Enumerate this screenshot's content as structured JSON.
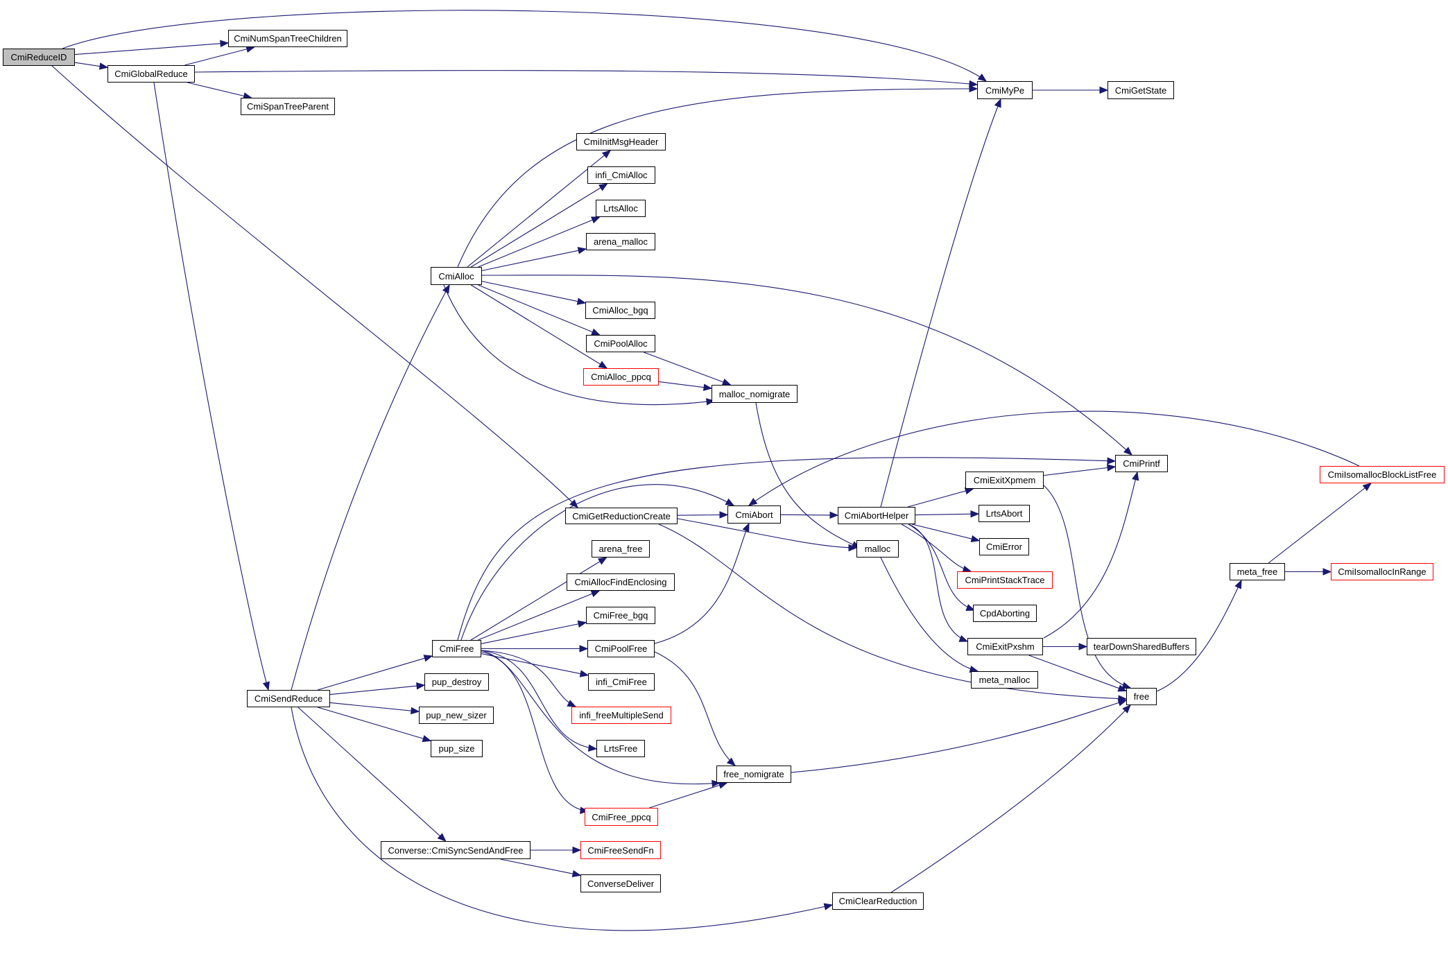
{
  "graph": {
    "title": "CmiReduceID call graph",
    "edge_color": "#191970",
    "root_fill": "#bfbfbf",
    "undocumented_border": "#ff0000",
    "nodes": [
      {
        "id": "CmiReduceID",
        "label": "CmiReduceID",
        "style": "root"
      },
      {
        "id": "CmiNumSpanTreeChildren",
        "label": "CmiNumSpanTreeChildren",
        "style": "normal"
      },
      {
        "id": "CmiGlobalReduce",
        "label": "CmiGlobalReduce",
        "style": "normal"
      },
      {
        "id": "CmiSpanTreeParent",
        "label": "CmiSpanTreeParent",
        "style": "normal"
      },
      {
        "id": "CmiMyPe",
        "label": "CmiMyPe",
        "style": "normal"
      },
      {
        "id": "CmiGetState",
        "label": "CmiGetState",
        "style": "normal"
      },
      {
        "id": "CmiInitMsgHeader",
        "label": "CmiInitMsgHeader",
        "style": "normal"
      },
      {
        "id": "infi_CmiAlloc",
        "label": "infi_CmiAlloc",
        "style": "normal"
      },
      {
        "id": "LrtsAlloc",
        "label": "LrtsAlloc",
        "style": "normal"
      },
      {
        "id": "arena_malloc",
        "label": "arena_malloc",
        "style": "normal"
      },
      {
        "id": "CmiAlloc",
        "label": "CmiAlloc",
        "style": "normal"
      },
      {
        "id": "CmiAlloc_bgq",
        "label": "CmiAlloc_bgq",
        "style": "normal"
      },
      {
        "id": "CmiPoolAlloc",
        "label": "CmiPoolAlloc",
        "style": "normal"
      },
      {
        "id": "CmiAlloc_ppcq",
        "label": "CmiAlloc_ppcq",
        "style": "red"
      },
      {
        "id": "malloc_nomigrate",
        "label": "malloc_nomigrate",
        "style": "normal"
      },
      {
        "id": "CmiPrintf",
        "label": "CmiPrintf",
        "style": "normal"
      },
      {
        "id": "CmiIsomallocBlockListFree",
        "label": "CmiIsomallocBlockListFree",
        "style": "red"
      },
      {
        "id": "CmiExitXpmem",
        "label": "CmiExitXpmem",
        "style": "normal"
      },
      {
        "id": "CmiGetReductionCreate",
        "label": "CmiGetReductionCreate",
        "style": "normal"
      },
      {
        "id": "CmiAbort",
        "label": "CmiAbort",
        "style": "normal"
      },
      {
        "id": "CmiAbortHelper",
        "label": "CmiAbortHelper",
        "style": "normal"
      },
      {
        "id": "LrtsAbort",
        "label": "LrtsAbort",
        "style": "normal"
      },
      {
        "id": "arena_free",
        "label": "arena_free",
        "style": "normal"
      },
      {
        "id": "malloc",
        "label": "malloc",
        "style": "normal"
      },
      {
        "id": "CmiError",
        "label": "CmiError",
        "style": "normal"
      },
      {
        "id": "CmiAllocFindEnclosing",
        "label": "CmiAllocFindEnclosing",
        "style": "normal"
      },
      {
        "id": "CmiPrintStackTrace",
        "label": "CmiPrintStackTrace",
        "style": "red"
      },
      {
        "id": "meta_free",
        "label": "meta_free",
        "style": "normal"
      },
      {
        "id": "CmiIsomallocInRange",
        "label": "CmiIsomallocInRange",
        "style": "red"
      },
      {
        "id": "CmiFree_bgq",
        "label": "CmiFree_bgq",
        "style": "normal"
      },
      {
        "id": "CpdAborting",
        "label": "CpdAborting",
        "style": "normal"
      },
      {
        "id": "CmiFree",
        "label": "CmiFree",
        "style": "normal"
      },
      {
        "id": "CmiPoolFree",
        "label": "CmiPoolFree",
        "style": "normal"
      },
      {
        "id": "CmiExitPxshm",
        "label": "CmiExitPxshm",
        "style": "normal"
      },
      {
        "id": "tearDownSharedBuffers",
        "label": "tearDownSharedBuffers",
        "style": "normal"
      },
      {
        "id": "infi_CmiFree",
        "label": "infi_CmiFree",
        "style": "normal"
      },
      {
        "id": "pup_destroy",
        "label": "pup_destroy",
        "style": "normal"
      },
      {
        "id": "meta_malloc",
        "label": "meta_malloc",
        "style": "normal"
      },
      {
        "id": "CmiSendReduce",
        "label": "CmiSendReduce",
        "style": "normal"
      },
      {
        "id": "free",
        "label": "free",
        "style": "normal"
      },
      {
        "id": "infi_freeMultipleSend",
        "label": "infi_freeMultipleSend",
        "style": "red"
      },
      {
        "id": "pup_new_sizer",
        "label": "pup_new_sizer",
        "style": "normal"
      },
      {
        "id": "LrtsFree",
        "label": "LrtsFree",
        "style": "normal"
      },
      {
        "id": "pup_size",
        "label": "pup_size",
        "style": "normal"
      },
      {
        "id": "free_nomigrate",
        "label": "free_nomigrate",
        "style": "normal"
      },
      {
        "id": "CmiFree_ppcq",
        "label": "CmiFree_ppcq",
        "style": "red"
      },
      {
        "id": "Converse_CmiSyncSendAndFree",
        "label": "Converse::CmiSyncSendAndFree",
        "style": "normal"
      },
      {
        "id": "CmiFreeSendFn",
        "label": "CmiFreeSendFn",
        "style": "red"
      },
      {
        "id": "ConverseDeliver",
        "label": "ConverseDeliver",
        "style": "normal"
      },
      {
        "id": "CmiClearReduction",
        "label": "CmiClearReduction",
        "style": "normal"
      }
    ],
    "edges": [
      [
        "CmiReduceID",
        "CmiMyPe"
      ],
      [
        "CmiReduceID",
        "CmiNumSpanTreeChildren"
      ],
      [
        "CmiReduceID",
        "CmiGlobalReduce"
      ],
      [
        "CmiReduceID",
        "CmiGetReductionCreate"
      ],
      [
        "CmiGlobalReduce",
        "CmiNumSpanTreeChildren"
      ],
      [
        "CmiGlobalReduce",
        "CmiMyPe"
      ],
      [
        "CmiGlobalReduce",
        "CmiSpanTreeParent"
      ],
      [
        "CmiGlobalReduce",
        "CmiSendReduce"
      ],
      [
        "CmiMyPe",
        "CmiGetState"
      ],
      [
        "CmiSendReduce",
        "CmiAlloc"
      ],
      [
        "CmiSendReduce",
        "CmiFree"
      ],
      [
        "CmiSendReduce",
        "pup_destroy"
      ],
      [
        "CmiSendReduce",
        "pup_new_sizer"
      ],
      [
        "CmiSendReduce",
        "pup_size"
      ],
      [
        "CmiSendReduce",
        "Converse_CmiSyncSendAndFree"
      ],
      [
        "CmiSendReduce",
        "CmiClearReduction"
      ],
      [
        "CmiAlloc",
        "CmiMyPe"
      ],
      [
        "CmiAlloc",
        "CmiInitMsgHeader"
      ],
      [
        "CmiAlloc",
        "infi_CmiAlloc"
      ],
      [
        "CmiAlloc",
        "LrtsAlloc"
      ],
      [
        "CmiAlloc",
        "arena_malloc"
      ],
      [
        "CmiAlloc",
        "CmiPrintf"
      ],
      [
        "CmiAlloc",
        "CmiAlloc_bgq"
      ],
      [
        "CmiAlloc",
        "CmiPoolAlloc"
      ],
      [
        "CmiAlloc",
        "CmiAlloc_ppcq"
      ],
      [
        "CmiAlloc",
        "malloc_nomigrate"
      ],
      [
        "CmiPoolAlloc",
        "malloc_nomigrate"
      ],
      [
        "CmiAlloc_ppcq",
        "malloc_nomigrate"
      ],
      [
        "malloc_nomigrate",
        "malloc"
      ],
      [
        "CmiGetReductionCreate",
        "CmiAbort"
      ],
      [
        "CmiGetReductionCreate",
        "malloc"
      ],
      [
        "CmiGetReductionCreate",
        "free"
      ],
      [
        "CmiAbort",
        "CmiAbortHelper"
      ],
      [
        "CmiAbortHelper",
        "CmiMyPe"
      ],
      [
        "CmiAbortHelper",
        "CmiExitXpmem"
      ],
      [
        "CmiAbortHelper",
        "LrtsAbort"
      ],
      [
        "CmiAbortHelper",
        "CmiError"
      ],
      [
        "CmiAbortHelper",
        "CmiPrintStackTrace"
      ],
      [
        "CmiAbortHelper",
        "CpdAborting"
      ],
      [
        "CmiAbortHelper",
        "CmiExitPxshm"
      ],
      [
        "CmiExitXpmem",
        "CmiPrintf"
      ],
      [
        "CmiExitXpmem",
        "free"
      ],
      [
        "CmiExitPxshm",
        "CmiPrintf"
      ],
      [
        "CmiExitPxshm",
        "tearDownSharedBuffers"
      ],
      [
        "CmiExitPxshm",
        "free"
      ],
      [
        "malloc",
        "meta_malloc"
      ],
      [
        "CmiFree",
        "CmiPrintf"
      ],
      [
        "CmiFree",
        "CmiAbort"
      ],
      [
        "CmiFree",
        "arena_free"
      ],
      [
        "CmiFree",
        "CmiAllocFindEnclosing"
      ],
      [
        "CmiFree",
        "CmiFree_bgq"
      ],
      [
        "CmiFree",
        "CmiPoolFree"
      ],
      [
        "CmiFree",
        "infi_CmiFree"
      ],
      [
        "CmiFree",
        "infi_freeMultipleSend"
      ],
      [
        "CmiFree",
        "LrtsFree"
      ],
      [
        "CmiFree",
        "free_nomigrate"
      ],
      [
        "CmiFree",
        "CmiFree_ppcq"
      ],
      [
        "CmiPoolFree",
        "CmiAbort"
      ],
      [
        "CmiPoolFree",
        "free_nomigrate"
      ],
      [
        "CmiFree_ppcq",
        "free_nomigrate"
      ],
      [
        "free_nomigrate",
        "free"
      ],
      [
        "free",
        "meta_free"
      ],
      [
        "meta_free",
        "CmiIsomallocBlockListFree"
      ],
      [
        "meta_free",
        "CmiIsomallocInRange"
      ],
      [
        "CmiIsomallocBlockListFree",
        "CmiAbort"
      ],
      [
        "Converse_CmiSyncSendAndFree",
        "CmiFreeSendFn"
      ],
      [
        "Converse_CmiSyncSendAndFree",
        "ConverseDeliver"
      ],
      [
        "CmiClearReduction",
        "free"
      ]
    ]
  }
}
